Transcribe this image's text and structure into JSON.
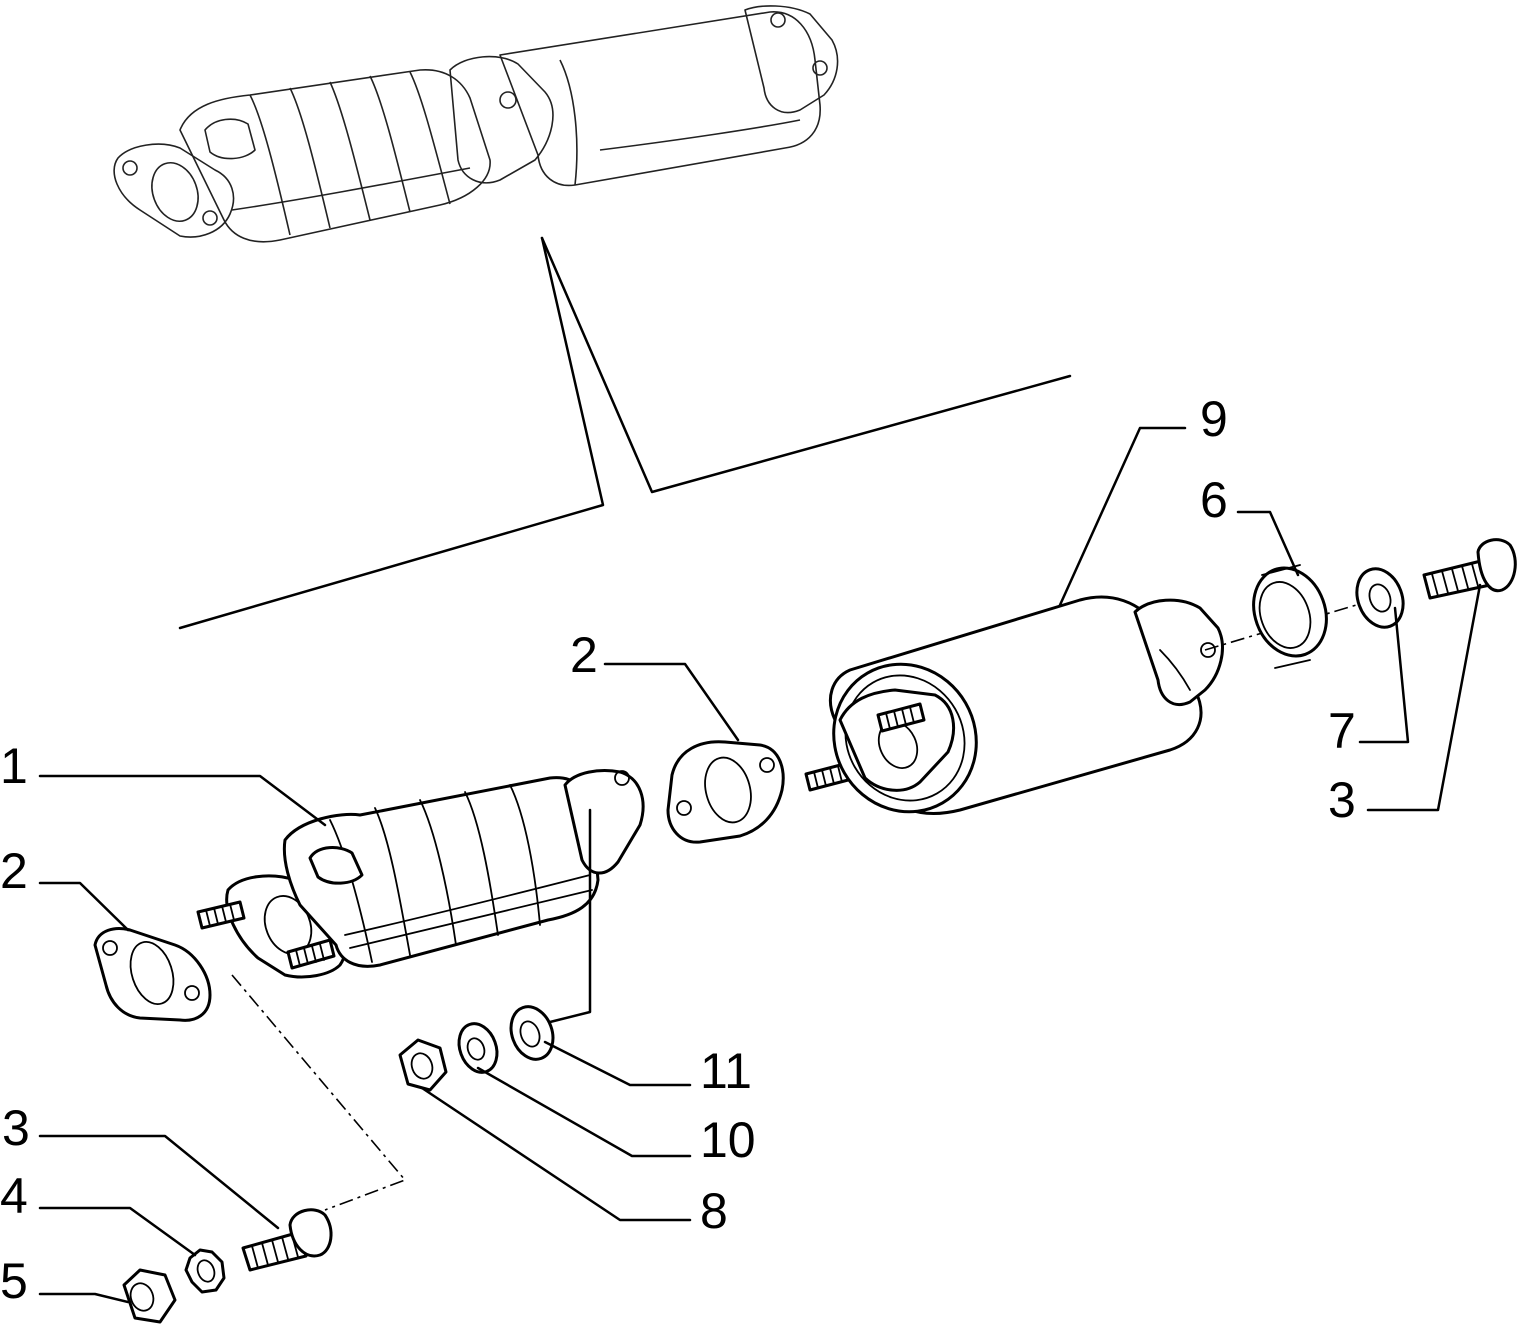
{
  "callouts": [
    {
      "id": "1",
      "label": "1"
    },
    {
      "id": "2a",
      "label": "2"
    },
    {
      "id": "2b",
      "label": "2"
    },
    {
      "id": "3a",
      "label": "3"
    },
    {
      "id": "3b",
      "label": "3"
    },
    {
      "id": "4",
      "label": "4"
    },
    {
      "id": "5",
      "label": "5"
    },
    {
      "id": "6",
      "label": "6"
    },
    {
      "id": "7",
      "label": "7"
    },
    {
      "id": "8",
      "label": "8"
    },
    {
      "id": "9",
      "label": "9"
    },
    {
      "id": "10",
      "label": "10"
    },
    {
      "id": "11",
      "label": "11"
    }
  ]
}
